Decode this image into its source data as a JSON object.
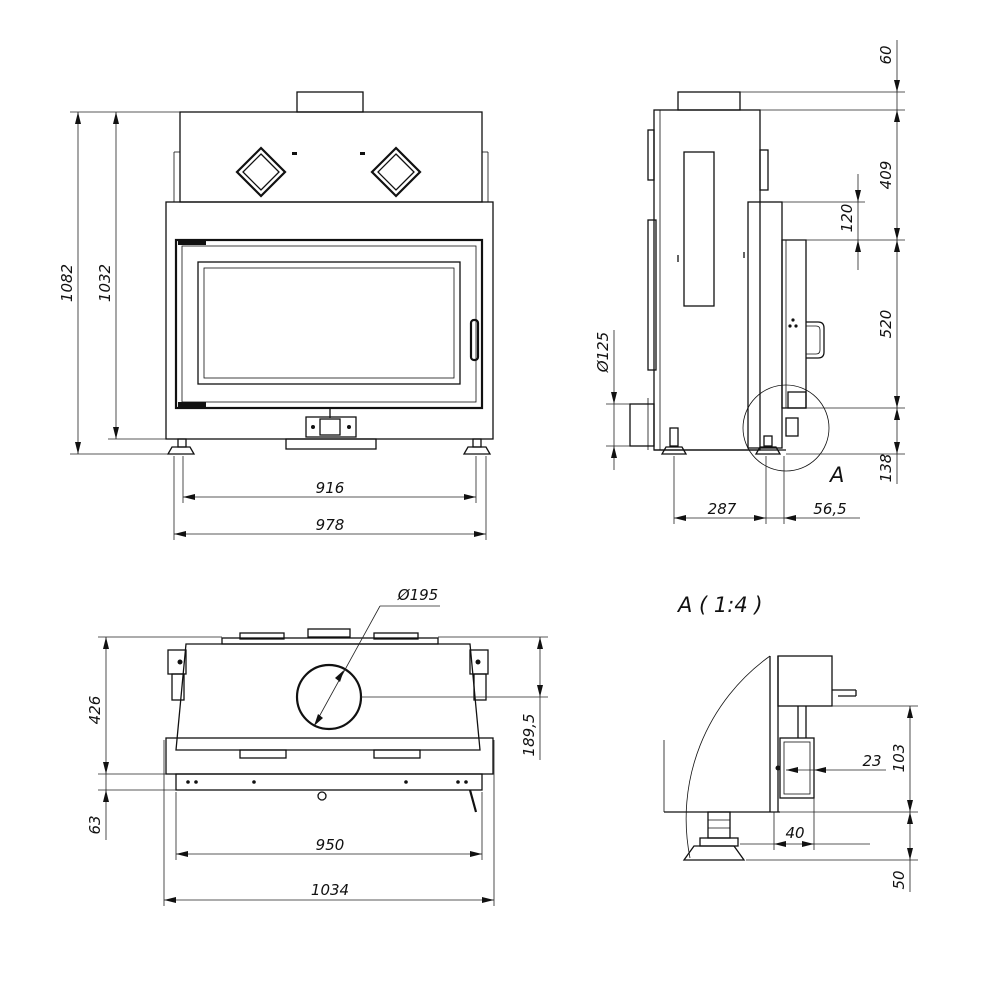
{
  "front_view": {
    "height_total": "1082",
    "height_body": "1032",
    "width_glass": "916",
    "width_body": "978"
  },
  "side_view": {
    "top_60": "60",
    "h_409": "409",
    "h_120": "120",
    "h_520": "520",
    "h_138": "138",
    "dia_125": "Ø125",
    "depth_287": "287",
    "depth_56_5": "56,5",
    "detail_mark": "A"
  },
  "top_view": {
    "dia_195": "Ø195",
    "depth_426": "426",
    "offset_189_5": "189,5",
    "depth_63": "63",
    "width_950": "950",
    "width_1034": "1034"
  },
  "detail_view": {
    "title": "A ( 1:4 )",
    "h_103": "103",
    "w_23": "23",
    "w_40": "40",
    "h_50": "50"
  },
  "colors": {
    "line": "#111111",
    "background": "#ffffff"
  }
}
